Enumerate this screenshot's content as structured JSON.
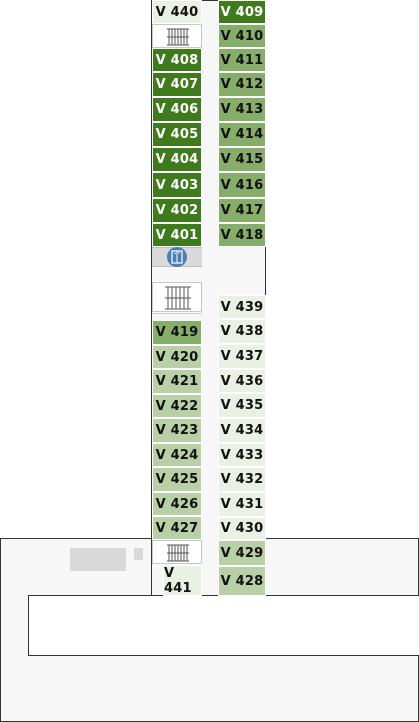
{
  "colors": {
    "dark": "#3f7a1d",
    "medium": "#86ad6a",
    "light": "#b9d0a6",
    "pale": "#eaf1e4",
    "dark_text": "#ffffff",
    "medium_text": "#111111",
    "light_text": "#111111",
    "pale_text": "#111111",
    "elevator": "#4a7fb5"
  },
  "icons": {
    "elevator": "elevator-icon",
    "stairs": "stairs-icon"
  },
  "rooms": [
    {
      "id": "v440",
      "label": "V 440",
      "shade": "pale"
    },
    {
      "id": "v409",
      "label": "V 409",
      "shade": "dark"
    },
    {
      "id": "v410",
      "label": "V 410",
      "shade": "medium"
    },
    {
      "id": "v408",
      "label": "V 408",
      "shade": "dark"
    },
    {
      "id": "v411",
      "label": "V 411",
      "shade": "medium"
    },
    {
      "id": "v407",
      "label": "V 407",
      "shade": "dark"
    },
    {
      "id": "v412",
      "label": "V 412",
      "shade": "medium"
    },
    {
      "id": "v406",
      "label": "V 406",
      "shade": "dark"
    },
    {
      "id": "v413",
      "label": "V 413",
      "shade": "medium"
    },
    {
      "id": "v405",
      "label": "V 405",
      "shade": "dark"
    },
    {
      "id": "v414",
      "label": "V 414",
      "shade": "medium"
    },
    {
      "id": "v404",
      "label": "V 404",
      "shade": "dark"
    },
    {
      "id": "v415",
      "label": "V 415",
      "shade": "medium"
    },
    {
      "id": "v403",
      "label": "V 403",
      "shade": "dark"
    },
    {
      "id": "v416",
      "label": "V 416",
      "shade": "medium"
    },
    {
      "id": "v402",
      "label": "V 402",
      "shade": "dark"
    },
    {
      "id": "v417",
      "label": "V 417",
      "shade": "medium"
    },
    {
      "id": "v401",
      "label": "V 401",
      "shade": "dark"
    },
    {
      "id": "v418",
      "label": "V 418",
      "shade": "medium"
    },
    {
      "id": "v439",
      "label": "V 439",
      "shade": "pale"
    },
    {
      "id": "v419",
      "label": "V 419",
      "shade": "medium"
    },
    {
      "id": "v438",
      "label": "V 438",
      "shade": "pale"
    },
    {
      "id": "v420",
      "label": "V 420",
      "shade": "light"
    },
    {
      "id": "v437",
      "label": "V 437",
      "shade": "pale"
    },
    {
      "id": "v421",
      "label": "V 421",
      "shade": "light"
    },
    {
      "id": "v436",
      "label": "V 436",
      "shade": "pale"
    },
    {
      "id": "v422",
      "label": "V 422",
      "shade": "light"
    },
    {
      "id": "v435",
      "label": "V 435",
      "shade": "pale"
    },
    {
      "id": "v423",
      "label": "V 423",
      "shade": "light"
    },
    {
      "id": "v434",
      "label": "V 434",
      "shade": "pale"
    },
    {
      "id": "v424",
      "label": "V 424",
      "shade": "light"
    },
    {
      "id": "v433",
      "label": "V 433",
      "shade": "pale"
    },
    {
      "id": "v425",
      "label": "V 425",
      "shade": "light"
    },
    {
      "id": "v432",
      "label": "V 432",
      "shade": "pale"
    },
    {
      "id": "v426",
      "label": "V 426",
      "shade": "light"
    },
    {
      "id": "v431",
      "label": "V 431",
      "shade": "pale"
    },
    {
      "id": "v427",
      "label": "V 427",
      "shade": "light"
    },
    {
      "id": "v430",
      "label": "V 430",
      "shade": "pale"
    },
    {
      "id": "v429",
      "label": "V 429",
      "shade": "light"
    },
    {
      "id": "v428",
      "label": "V 428",
      "shade": "light"
    },
    {
      "id": "v441",
      "label": "V 441",
      "shade": "pale"
    }
  ]
}
